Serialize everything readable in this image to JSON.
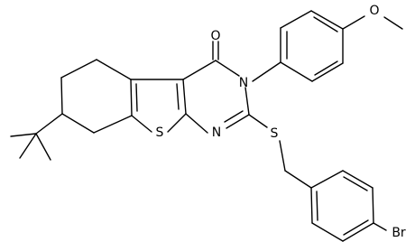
{
  "atoms": {
    "carbonyl_oxygen": "O",
    "n3": "N",
    "n1": "N",
    "thiophene_sulfur": "S",
    "thioether_sulfur": "S",
    "methoxy_oxygen": "O",
    "bromine": "Br"
  },
  "colors": {
    "bond": "#000000",
    "label": "#000000",
    "background": "#ffffff"
  }
}
